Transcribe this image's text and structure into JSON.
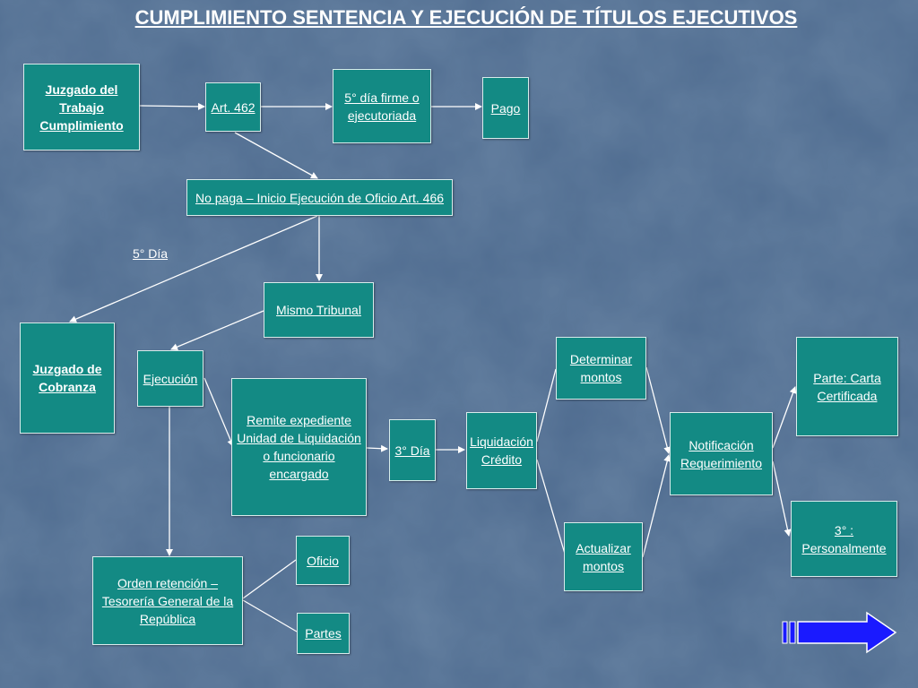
{
  "title": "CUMPLIMIENTO SENTENCIA Y EJECUCIÓN DE TÍTULOS EJECUTIVOS",
  "nodes": {
    "juzgado_trabajo": "Juzgado del Trabajo Cumplimiento",
    "art_462": "Art. 462",
    "quinto_dia_firme": "5° día firme o ejecutoriada",
    "pago": "Pago",
    "no_paga": "No paga – Inicio Ejecución de Oficio Art. 466",
    "quinto_dia_label": "5° Día",
    "mismo_tribunal": "Mismo Tribunal",
    "juzgado_cobranza": "Juzgado de Cobranza",
    "ejecucion": "Ejecución",
    "remite_expediente": "Remite expediente Unidad de Liquidación o funcionario encargado",
    "tercer_dia": "3° Día",
    "liquidacion_credito": "Liquidación Crédito",
    "determinar_montos": "Determinar montos",
    "actualizar_montos": "Actualizar montos",
    "notificacion": "Notificación Requerimiento",
    "parte_carta": "Parte: Carta Certificada",
    "tercero_personal": "3° : Personalmente",
    "orden_retencion": "Orden retención – Tesorería General de la República",
    "oficio": "Oficio",
    "partes": "Partes"
  },
  "colors": {
    "background": "#4d6a8e",
    "box_fill": "#138a84",
    "box_border": "#d9ecec",
    "text": "#ffffff",
    "nav_arrow": "#1a1aff"
  },
  "icons": {
    "next_slide": "next-arrow-icon"
  }
}
